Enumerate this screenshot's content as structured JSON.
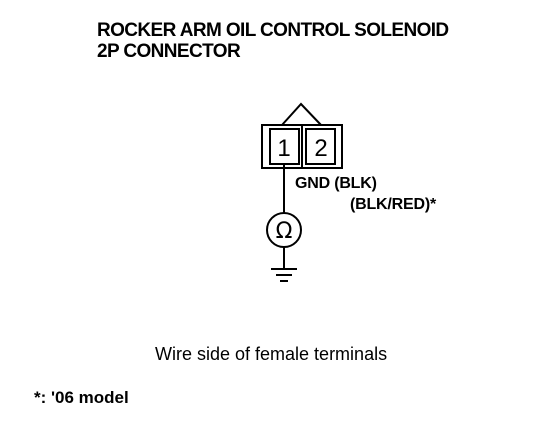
{
  "title": {
    "line1": "ROCKER ARM OIL CONTROL SOLENOID",
    "line2": "2P CONNECTOR"
  },
  "connector": {
    "pin1": "1",
    "pin2": "2"
  },
  "wire": {
    "label_line1": "GND (BLK)",
    "label_line2": "(BLK/RED)*"
  },
  "meter": {
    "symbol": "Ω",
    "icon": "ohmmeter-icon"
  },
  "ground": {
    "icon": "ground-symbol-icon"
  },
  "caption": "Wire side of female terminals",
  "footnote": "*: '06 model"
}
